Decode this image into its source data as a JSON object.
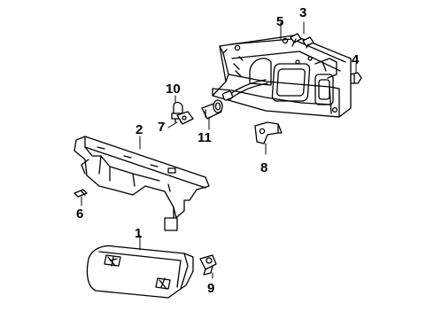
{
  "diagram": {
    "background": "#ffffff",
    "line_color": "#000000",
    "callouts": [
      {
        "id": "1",
        "label": "1"
      },
      {
        "id": "2",
        "label": "2"
      },
      {
        "id": "3",
        "label": "3"
      },
      {
        "id": "4",
        "label": "4"
      },
      {
        "id": "5",
        "label": "5"
      },
      {
        "id": "6",
        "label": "6"
      },
      {
        "id": "7",
        "label": "7"
      },
      {
        "id": "8",
        "label": "8"
      },
      {
        "id": "9",
        "label": "9"
      },
      {
        "id": "10",
        "label": "10"
      },
      {
        "id": "11",
        "label": "11"
      }
    ]
  }
}
